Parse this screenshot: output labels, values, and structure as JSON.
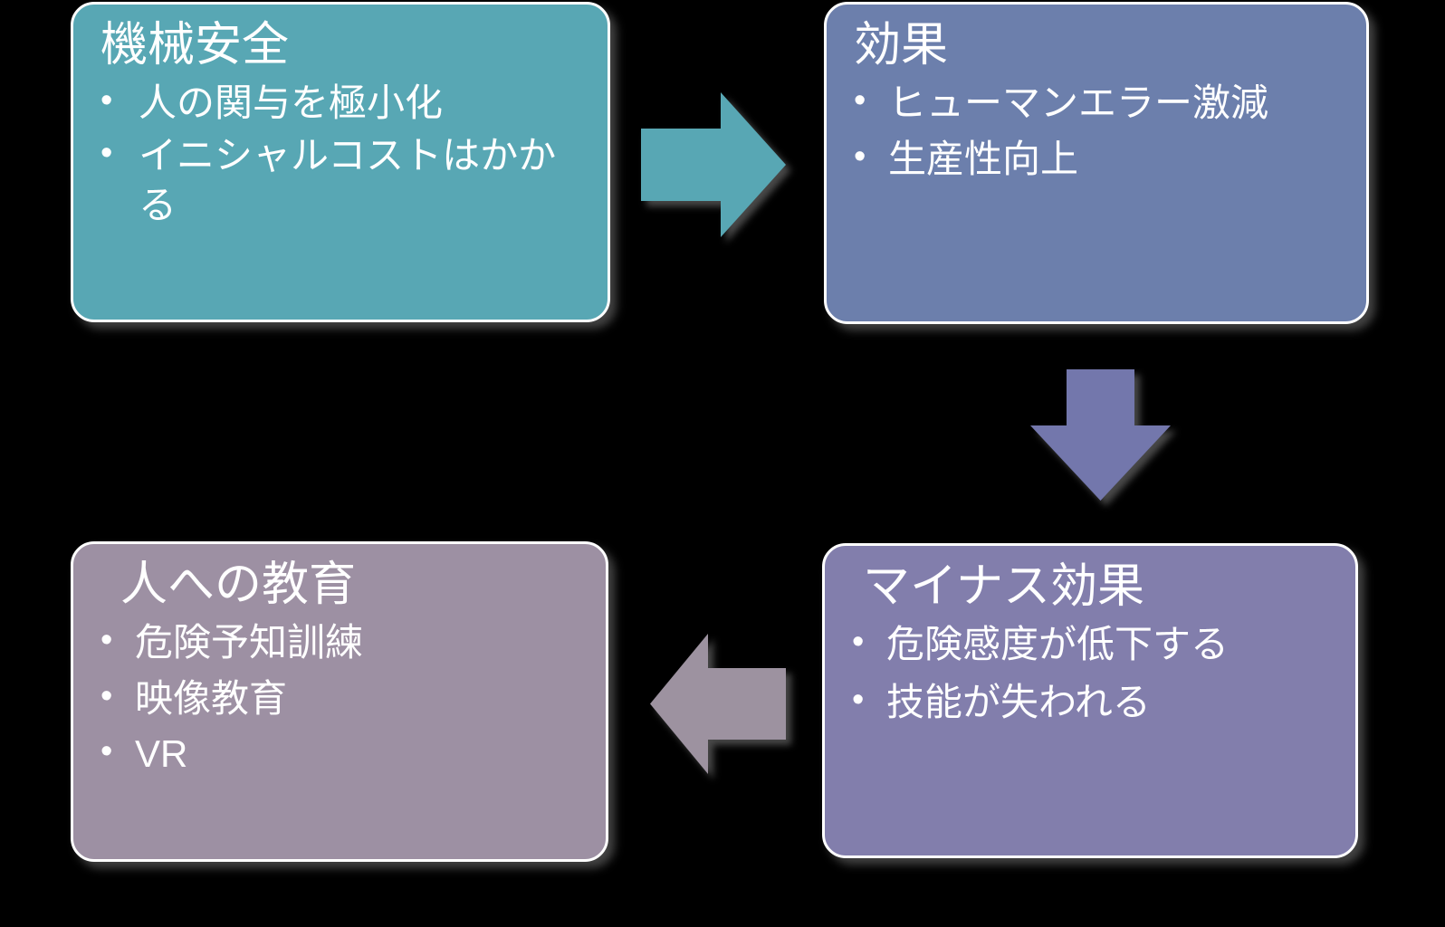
{
  "diagram": {
    "title_semantic": "machine-safety-cycle",
    "background_color": "#000000",
    "nodes": [
      {
        "id": "machine-safety",
        "title": "機械安全",
        "bullets": [
          "人の関与を極小化",
          "イニシャルコストはかかる"
        ],
        "color": "#58A7B4"
      },
      {
        "id": "effect",
        "title": "効果",
        "bullets": [
          "ヒューマンエラー激減",
          "生産性向上"
        ],
        "color": "#6C7FAC"
      },
      {
        "id": "minus-effect",
        "title": "マイナス効果",
        "bullets": [
          "危険感度が低下する",
          "技能が失われる"
        ],
        "color": "#827EAC"
      },
      {
        "id": "human-education",
        "title": "人への教育",
        "bullets": [
          "危険予知訓練",
          "映像教育",
          "VR"
        ],
        "color": "#9D90A3"
      }
    ],
    "arrows": [
      {
        "id": "arrow-right",
        "direction": "right",
        "from": "machine-safety",
        "to": "effect",
        "color": "#58A7B4"
      },
      {
        "id": "arrow-down",
        "direction": "down",
        "from": "effect",
        "to": "minus-effect",
        "color": "#7377AC"
      },
      {
        "id": "arrow-left",
        "direction": "left",
        "from": "minus-effect",
        "to": "human-education",
        "color": "#9D92A0"
      }
    ]
  }
}
